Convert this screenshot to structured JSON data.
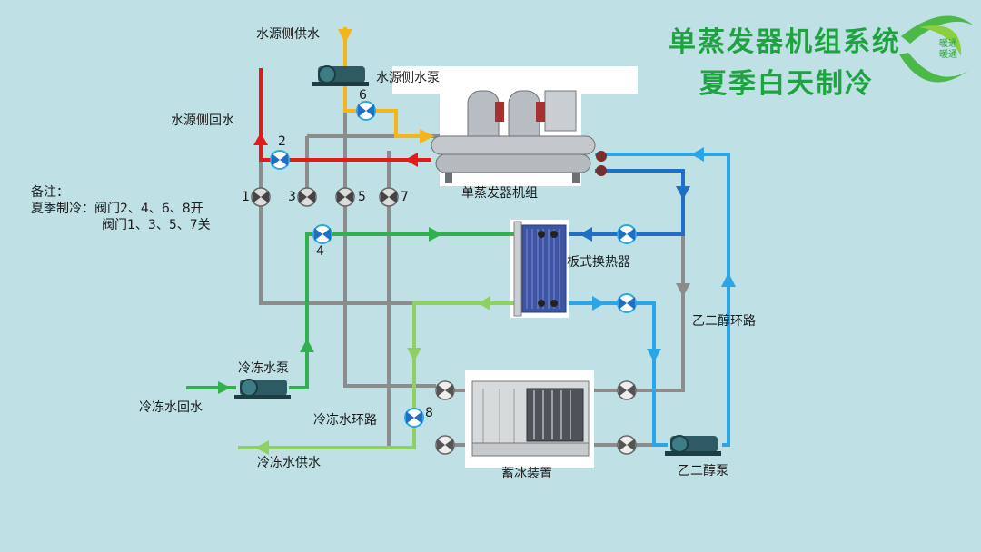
{
  "title": {
    "line1": "单蒸发器机组系统",
    "line2": "夏季白天制冷"
  },
  "logo": {
    "chars": [
      "暖",
      "通",
      "暖",
      "通"
    ]
  },
  "labels": {
    "source_supply": "水源侧供水",
    "source_pump": "水源侧水泵",
    "source_return": "水源侧回水",
    "chiller": "单蒸发器机组",
    "plate_hx": "板式换热器",
    "glycol_loop": "乙二醇环路",
    "glycol_pump": "乙二醇泵",
    "chw_pump": "冷冻水泵",
    "chw_return": "冷冻水回水",
    "chw_loop": "冷冻水环路",
    "chw_supply": "冷冻水供水",
    "ice_storage": "蓄冰装置"
  },
  "note": {
    "line1": "备注：",
    "line2": "夏季制冷：阀门2、4、6、8开",
    "line3": "阀门1、3、5、7关"
  },
  "valve_numbers": [
    "1",
    "2",
    "3",
    "4",
    "5",
    "6",
    "7",
    "8"
  ],
  "colors": {
    "background": "#bfe1e6",
    "source_supply": "#f3b51a",
    "source_return": "#e3191c",
    "grey_pipe": "#8c8c8c",
    "glycol_dark": "#1f6fc4",
    "glycol_light": "#2aa6e6",
    "chw_green": "#2fb24c",
    "chw_light_green": "#8fd160",
    "title": "#1fa340"
  }
}
